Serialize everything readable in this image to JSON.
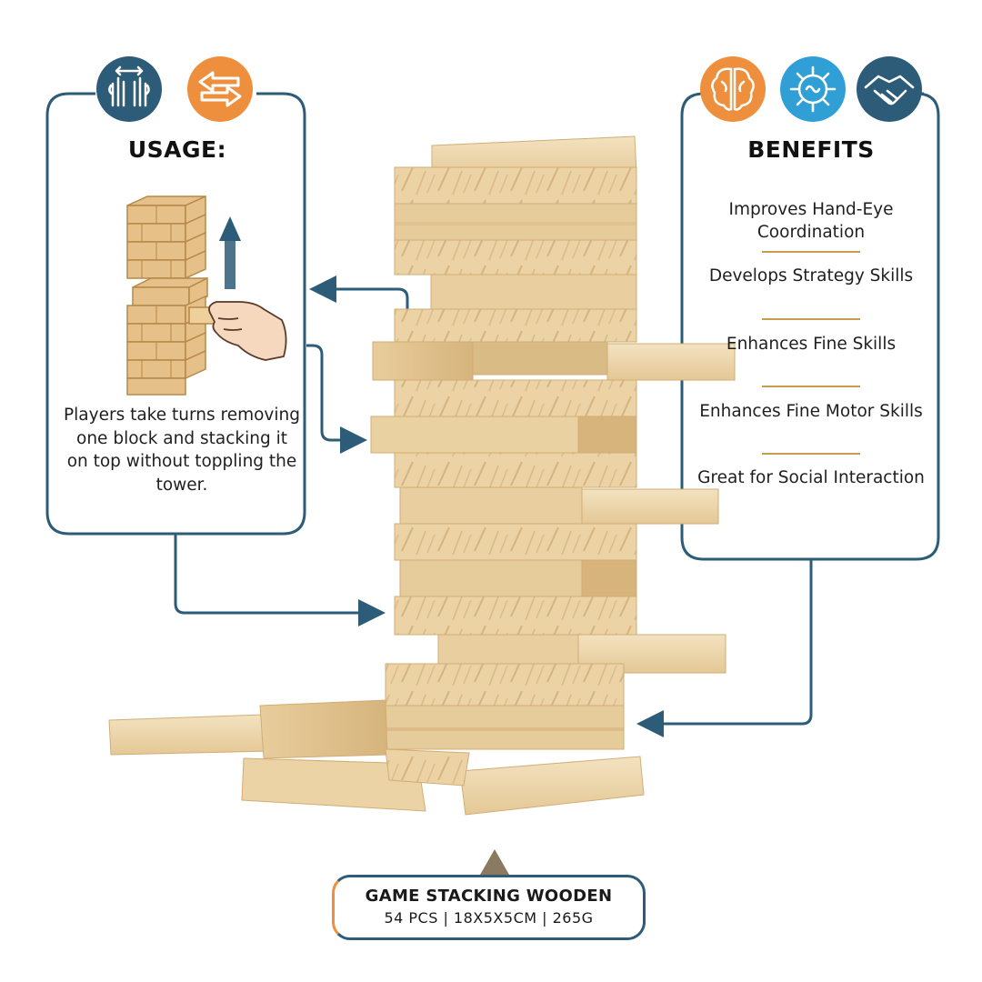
{
  "usage": {
    "heading": "USAGE:",
    "description": "Players take turns removing one block and stacking it on top without toppling the tower.",
    "icons": [
      "hands-swap-icon",
      "arrows-exchange-icon"
    ]
  },
  "benefits": {
    "heading": "BENEFITS",
    "items": [
      "Improves Hand-Eye Coordination",
      "Develops Strategy Skills",
      "Enhances Fine Skills",
      "Enhances Fine Motor Skills",
      "Great for Social Interaction"
    ],
    "icons": [
      "brain-icon",
      "gear-brain-icon",
      "handshake-icon"
    ]
  },
  "product": {
    "title": "GAME STACKING WOODEN",
    "specs": "54 PCS | 18X5X5CM | 265G"
  },
  "colors": {
    "navy": "#2d5c78",
    "orange": "#ee8f3e",
    "sky": "#2f9fd6",
    "wood": "#e9cf9f",
    "wood_dark": "#c9a46d",
    "divider": "#c99b4d"
  }
}
